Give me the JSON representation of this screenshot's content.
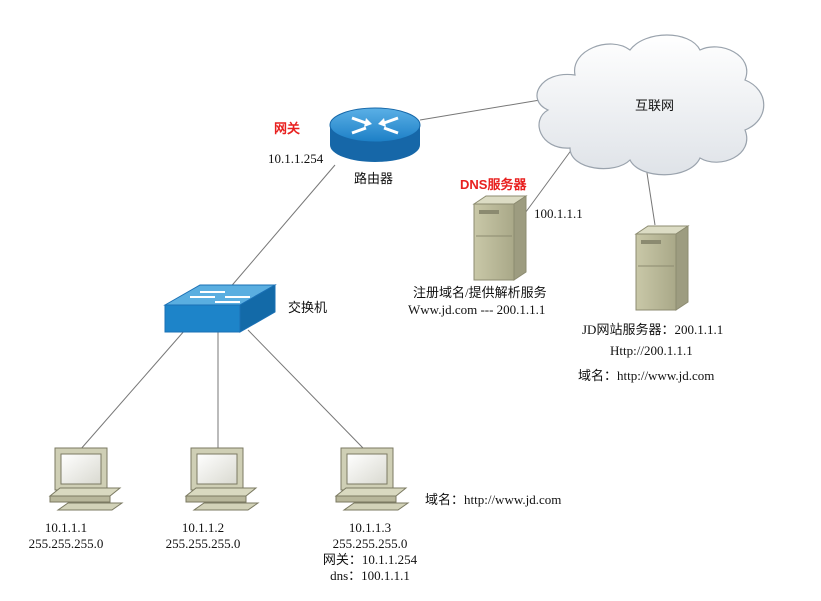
{
  "gateway_label": "网关",
  "router": {
    "ip": "10.1.1.254",
    "name": "路由器"
  },
  "internet": {
    "name": "互联网"
  },
  "dns": {
    "title": "DNS服务器",
    "ip": "100.1.1.1",
    "desc": "注册域名/提供解析服务",
    "record": "Www.jd.com --- 200.1.1.1"
  },
  "jd_server": {
    "name": "JD网站服务器：200.1.1.1",
    "url": "Http://200.1.1.1",
    "domain": "域名：http://www.jd.com"
  },
  "switch": {
    "name": "交换机"
  },
  "pc1": {
    "ip": "10.1.1.1",
    "mask": "255.255.255.0"
  },
  "pc2": {
    "ip": "10.1.1.2",
    "mask": "255.255.255.0"
  },
  "pc3": {
    "ip": "10.1.1.3",
    "mask": "255.255.255.0",
    "gateway": "网关：10.1.1.254",
    "dns": "dns：100.1.1.1",
    "domain": "域名：http://www.jd.com"
  }
}
